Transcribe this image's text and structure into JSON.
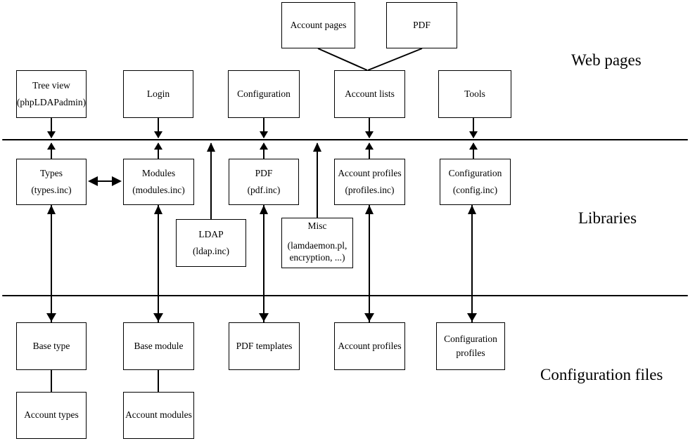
{
  "sections": [
    {
      "id": "web_pages",
      "label": "Web pages"
    },
    {
      "id": "libraries",
      "label": "Libraries"
    },
    {
      "id": "config_files",
      "label": "Configuration files"
    }
  ],
  "boxes": {
    "account_pages": {
      "lines": [
        "Account pages"
      ]
    },
    "pdf_page": {
      "lines": [
        "PDF"
      ]
    },
    "tree_view": {
      "lines": [
        "Tree view",
        "(phpLDAPadmin)"
      ]
    },
    "login": {
      "lines": [
        "Login"
      ]
    },
    "configuration_page": {
      "lines": [
        "Configuration"
      ]
    },
    "account_lists": {
      "lines": [
        "Account lists"
      ]
    },
    "tools": {
      "lines": [
        "Tools"
      ]
    },
    "types": {
      "lines": [
        "Types",
        "(types.inc)"
      ]
    },
    "modules": {
      "lines": [
        "Modules",
        "(modules.inc)"
      ]
    },
    "pdf_lib": {
      "lines": [
        "PDF",
        "(pdf.inc)"
      ]
    },
    "account_profiles_lib": {
      "lines": [
        "Account profiles",
        "(profiles.inc)"
      ]
    },
    "configuration_lib": {
      "lines": [
        "Configuration",
        "(config.inc)"
      ]
    },
    "ldap": {
      "lines": [
        "LDAP",
        "(ldap.inc)"
      ]
    },
    "misc": {
      "lines": [
        "Misc",
        "(lamdaemon.pl,",
        "encryption, ...)"
      ]
    },
    "base_type": {
      "lines": [
        "Base type"
      ]
    },
    "base_module": {
      "lines": [
        "Base module"
      ]
    },
    "pdf_templates": {
      "lines": [
        "PDF templates"
      ]
    },
    "account_profiles_file": {
      "lines": [
        "Account profiles"
      ]
    },
    "configuration_profiles": {
      "lines": [
        "Configuration",
        "profiles"
      ]
    },
    "account_types": {
      "lines": [
        "Account types"
      ]
    },
    "account_modules": {
      "lines": [
        "Account modules"
      ]
    }
  },
  "colors": {
    "line": "#000000",
    "box_border": "#000000",
    "background": "#ffffff"
  }
}
